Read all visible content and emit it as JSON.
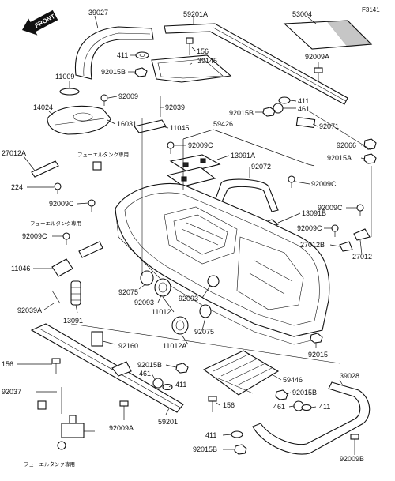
{
  "figure_code": "F3141",
  "front_arrow": "FRONT",
  "callouts": {
    "p39027": "39027",
    "p59201a": "59201A",
    "p53004": "53004",
    "p411_a": "411",
    "p156_a": "156",
    "p39145": "39145",
    "p92009a_a": "92009A",
    "p92015b_a": "92015B",
    "p11009": "11009",
    "p92009_a": "92009",
    "p92039": "92039",
    "p411_b": "411",
    "p461_a": "461",
    "p14024": "14024",
    "p16031": "16031",
    "p92015b_b": "92015B",
    "p11045": "11045",
    "p92071": "92071",
    "p59426": "59426",
    "p92009c_a": "92009C",
    "p92066": "92066",
    "p27012a": "27012A",
    "p13091a": "13091A",
    "p92015a": "92015A",
    "p92072": "92072",
    "p224": "224",
    "p92009c_b": "92009C",
    "p92009c_c": "92009C",
    "p13091b": "13091B",
    "p92009c_d": "92009C",
    "p92009c_e": "92009C",
    "p92009c_f": "92009C",
    "p27012b": "27012B",
    "p27012": "27012",
    "p11046": "11046",
    "p92075_a": "92075",
    "p92093_a": "92093",
    "p92093_b": "92093",
    "p11012": "11012",
    "p92039a": "92039A",
    "p13091": "13091",
    "p92075_b": "92075",
    "p11012a": "11012A",
    "p92160": "92160",
    "p92015": "92015",
    "p156_b": "156",
    "p92015b_c": "92015B",
    "p461_b": "461",
    "p411_c": "411",
    "p59446": "59446",
    "p39028": "39028",
    "p92037": "92037",
    "p92015b_d": "92015B",
    "p156_c": "156",
    "p461_c": "461",
    "p411_d": "411",
    "p59201": "59201",
    "p92009a_b": "92009A",
    "p411_e": "411",
    "p92015b_e": "92015B",
    "p92009b": "92009B"
  },
  "notes": {
    "fuel_tank_1": "フューエルタンク専用",
    "fuel_tank_2": "フューエルタンク専用",
    "fuel_tank_3": "フューエルタンク専用"
  }
}
